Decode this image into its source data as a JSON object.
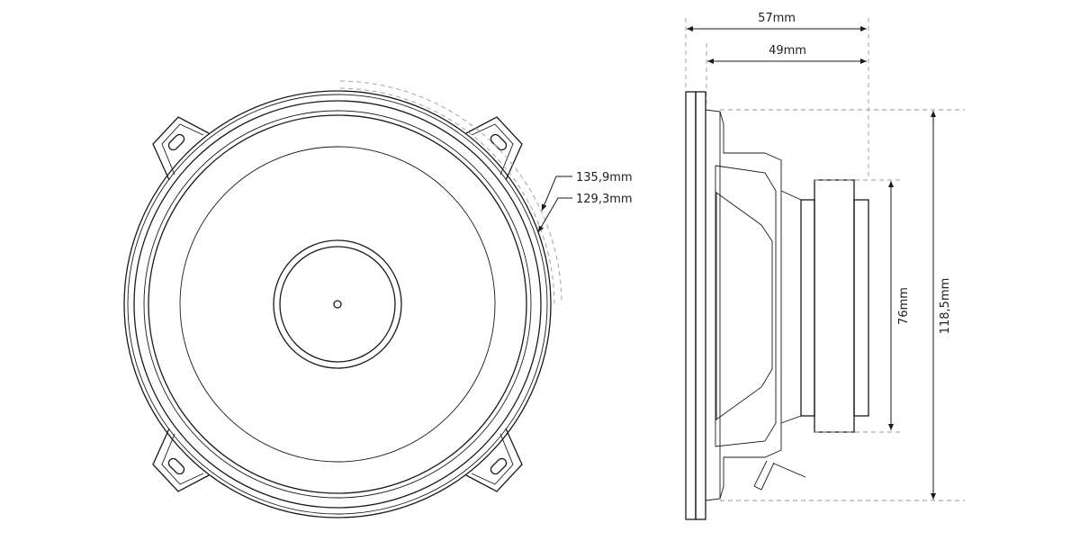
{
  "drawing": {
    "front_view": {
      "outer_diameter_label": "135,9mm",
      "cutout_diameter_label": "129,3mm"
    },
    "side_view": {
      "total_depth_label": "57mm",
      "mounting_depth_label": "49mm",
      "magnet_diameter_label": "76mm",
      "height_label": "118,5mm"
    }
  }
}
